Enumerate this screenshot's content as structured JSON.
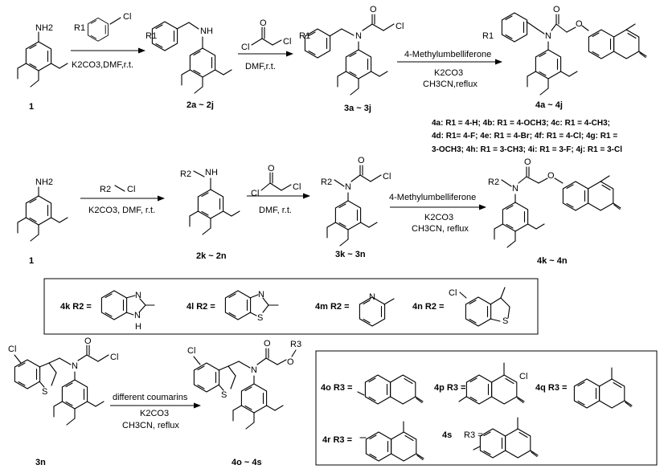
{
  "row1": {
    "cmp1_label": "1",
    "cmp1_nh2": "NH2",
    "arrow1_reagent_r": "R1",
    "arrow1_reagent_cl": "Cl",
    "arrow1_conditions": "K2CO3,DMF,r.t.",
    "cmp2_label": "2a ~ 2j",
    "cmp2_r": "R1",
    "cmp2_nh": "NH",
    "arrow2_cl_left": "Cl",
    "arrow2_o": "O",
    "arrow2_cl_right": "Cl",
    "arrow2_conditions": "DMF,r.t.",
    "cmp3_label": "3a ~ 3j",
    "cmp3_r": "R1",
    "cmp3_n": "N",
    "cmp3_o": "O",
    "cmp3_cl": "Cl",
    "arrow3_top": "4-Methylumbelliferone",
    "arrow3_mid": "K2CO3",
    "arrow3_bottom": "CH3CN,reflux",
    "cmp4_label": "4a ~ 4j",
    "cmp4_r": "R1",
    "cmp4_n": "N",
    "cmp4_o": "O",
    "legend_line1": "4a: R1 = 4-H; 4b: R1 = 4-OCH3; 4c: R1 = 4-CH3;",
    "legend_line2": "4d: R1= 4-F; 4e: R1 = 4-Br; 4f: R1 = 4-Cl; 4g: R1 =",
    "legend_line3": "3-OCH3; 4h: R1 = 3-CH3; 4i: R1 = 3-F; 4j: R1 = 3-Cl"
  },
  "row2": {
    "cmp1_label": "1",
    "cmp1_nh2": "NH2",
    "arrow1_r": "R2",
    "arrow1_cl": "Cl",
    "arrow1_conditions": "K2CO3, DMF, r.t.",
    "cmp2_label": "2k ~ 2n",
    "cmp2_r": "R2",
    "cmp2_nh": "NH",
    "arrow2_cl_left": "Cl",
    "arrow2_o": "O",
    "arrow2_cl_right": "Cl",
    "arrow2_conditions": "DMF, r.t.",
    "cmp3_label": "3k ~ 3n",
    "cmp3_r": "R2",
    "cmp3_n": "N",
    "cmp3_o": "O",
    "cmp3_cl": "Cl",
    "arrow3_top": "4-Methylumbelliferone",
    "arrow3_mid": "K2CO3",
    "arrow3_bottom": "CH3CN, reflux",
    "cmp4_label": "4k ~ 4n",
    "cmp4_r": "R2",
    "cmp4_n": "N",
    "cmp4_o": "O"
  },
  "box_r2": {
    "k_label": "4k R2 =",
    "k_n_top": "N",
    "k_n_bottom": "N",
    "k_h": "H",
    "l_label": "4l R2 =",
    "l_n": "N",
    "l_s": "S",
    "m_label": "4m R2 =",
    "m_n": "N",
    "n_label": "4n R2 =",
    "n_cl": "Cl",
    "n_s": "S"
  },
  "row3": {
    "cmp3n_label": "3n",
    "cmp3n_cl_top": "Cl",
    "cmp3n_s": "S",
    "cmp3n_n": "N",
    "cmp3n_o": "O",
    "cmp3n_cl": "Cl",
    "arrow_top": "different coumarins",
    "arrow_mid": "K2CO3",
    "arrow_bottom": "CH3CN, reflux",
    "product_label": "4o ~ 4s",
    "product_cl": "Cl",
    "product_s": "S",
    "product_n": "N",
    "product_o": "O",
    "product_r3": "R3"
  },
  "box_r3": {
    "o_label": "4o R3 =",
    "p_label": "4p R3 =",
    "p_cl": "Cl",
    "q_label": "4q R3 =",
    "r_label": "4r R3 =",
    "s_label": "4s",
    "s_r3": "R3 ="
  }
}
